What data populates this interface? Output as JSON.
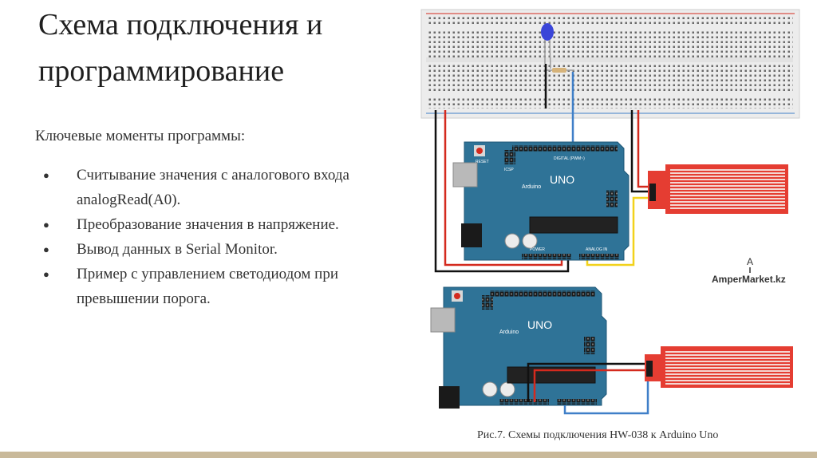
{
  "slide": {
    "title": "Схема подключения и программирование",
    "subtitle": "Ключевые моменты программы:",
    "bullets": [
      "Считывание значения с аналогового входа analogRead(A0).",
      "Преобразование значения в напряжение.",
      "Вывод данных в Serial Monitor.",
      "Пример с управлением светодиодом при превышении порога."
    ],
    "bullet_symbol": "●"
  },
  "figure": {
    "board_label": "UNO",
    "board_brand": "Arduino",
    "board_reset": "RESET",
    "board_icsp": "ICSP",
    "board_digital": "DIGITAL (PWM~)",
    "board_analog": "ANALOG IN",
    "board_power": "POWER",
    "logo_text": "AmperMarket.kz",
    "logo_mark": "A",
    "caption": "Рис.7. Схемы подключения HW-038 к Arduino Uno"
  },
  "colors": {
    "board": "#2f7397",
    "board_dark": "#1f5777",
    "sensor": "#e53d32",
    "breadboard": "#ececec",
    "wire_red": "#d42a1e",
    "wire_black": "#111111",
    "wire_blue": "#3f7fc8",
    "wire_yellow": "#f2d21b",
    "led": "#3a45d8",
    "accent_bar": "#c9b99a"
  }
}
